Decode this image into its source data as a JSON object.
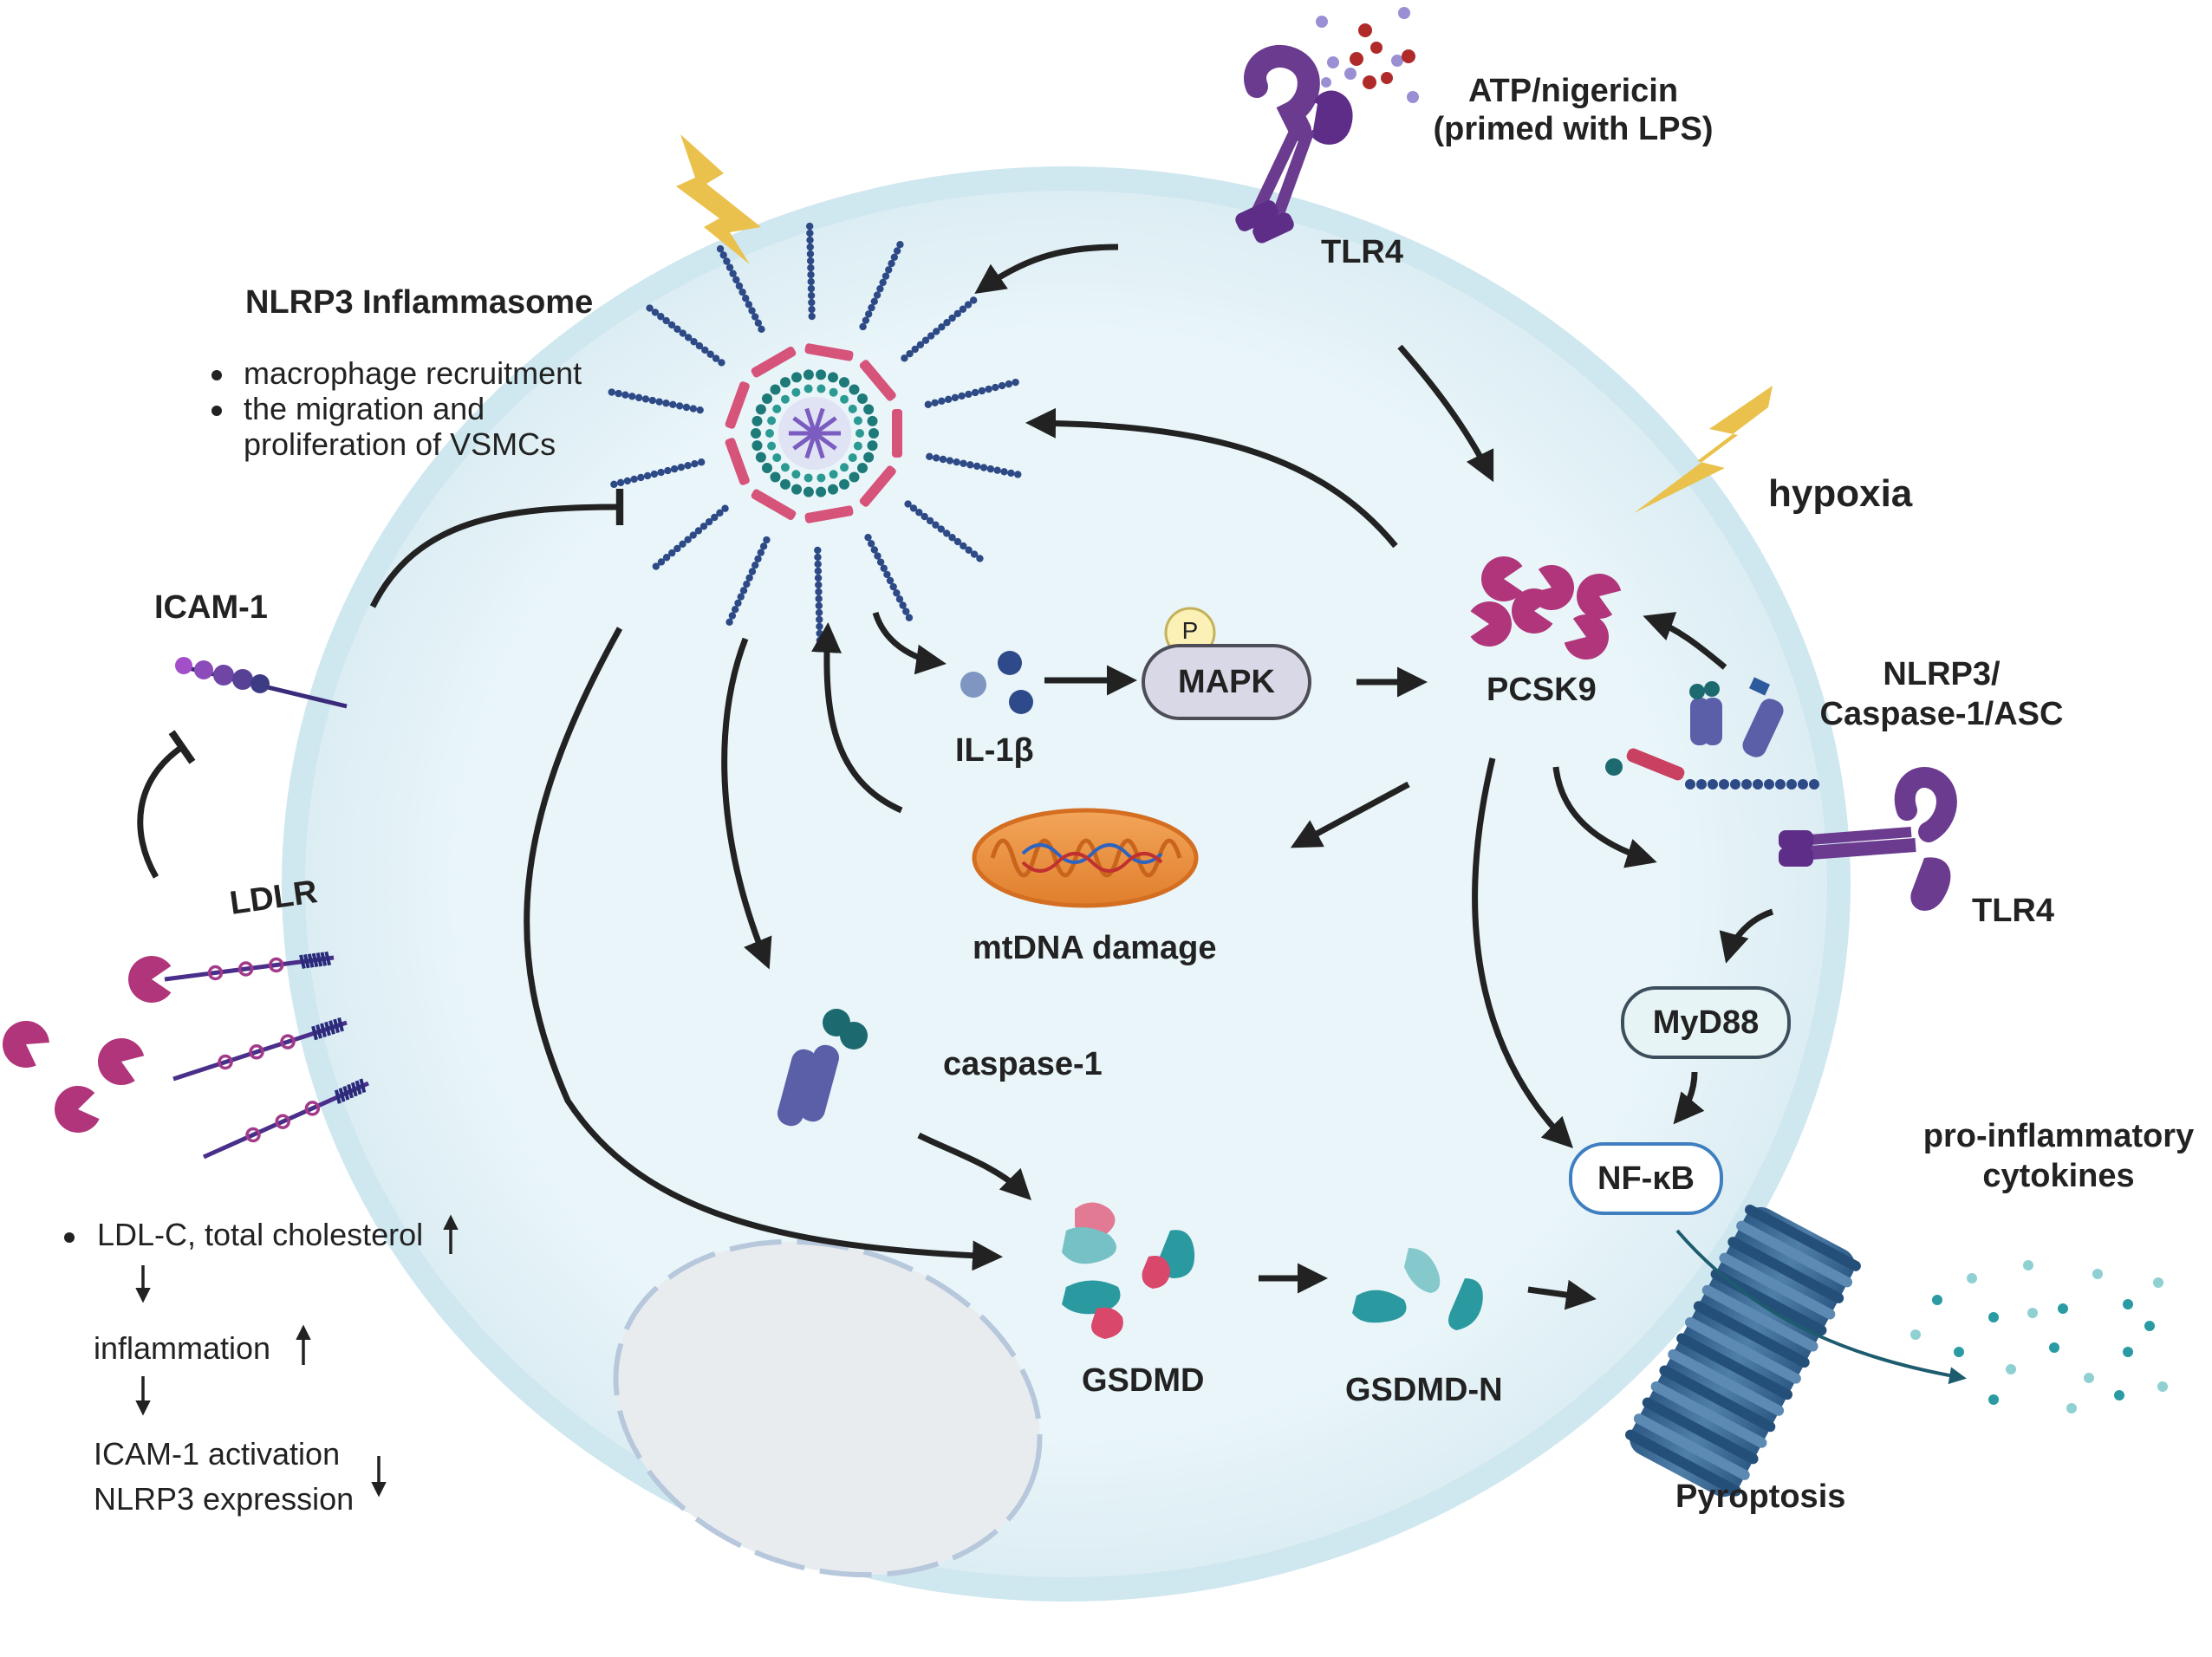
{
  "labels": {
    "atp": "ATP/nigericin",
    "atp_sub": "(primed with LPS)",
    "tlr4_top": "TLR4",
    "nlrp3_title": "NLRP3 Inflammasome",
    "bullet1": "macrophage recruitment",
    "bullet2a": "the migration and",
    "bullet2b": "proliferation of VSMCs",
    "hypoxia": "hypoxia",
    "icam1": "ICAM-1",
    "il1b": "IL-1β",
    "mapk": "MAPK",
    "p": "P",
    "pcsk9": "PCSK9",
    "nlrp3_complex_a": "NLRP3/",
    "nlrp3_complex_b": "Caspase-1/ASC",
    "ldlr": "LDLR",
    "mtdna": "mtDNA damage",
    "tlr4_right": "TLR4",
    "myd88": "MyD88",
    "caspase1": "caspase-1",
    "nfkb": "NF-κB",
    "proinf_a": "pro-inflammatory",
    "proinf_b": "cytokines",
    "gsdmd": "GSDMD",
    "gsdmdn": "GSDMD-N",
    "pyroptosis": "Pyroptosis",
    "ldlc": "LDL-C, total cholesterol",
    "inflammation": "inflammation",
    "icam_act": "ICAM-1 activation",
    "nlrp3_expr": "NLRP3 expression"
  },
  "colors": {
    "cell_fill": "#e8f4f8",
    "cell_border": "#cfe7ef",
    "purple": "#6a3b8f",
    "magenta": "#b0357a",
    "teal": "#2a9aa3",
    "navy": "#3d4f8a",
    "gold": "#e8c14f",
    "arrow": "#222222",
    "nfkb_border": "#3f7fc0",
    "pyroptosis_blue": "#3a6a95"
  },
  "icons": [
    "lightning-bolt-icon",
    "tlr4-receptor-icon",
    "inflammasome-icon",
    "pcsk9-protein-icon",
    "mitochondrion-icon",
    "caspase1-icon",
    "gsdmd-protein-icon",
    "gsdmd-n-icon",
    "pyroptosis-pore-icon",
    "ldlr-receptor-icon",
    "icam1-molecule-icon",
    "nucleus-icon",
    "cytokine-dots-icon"
  ]
}
